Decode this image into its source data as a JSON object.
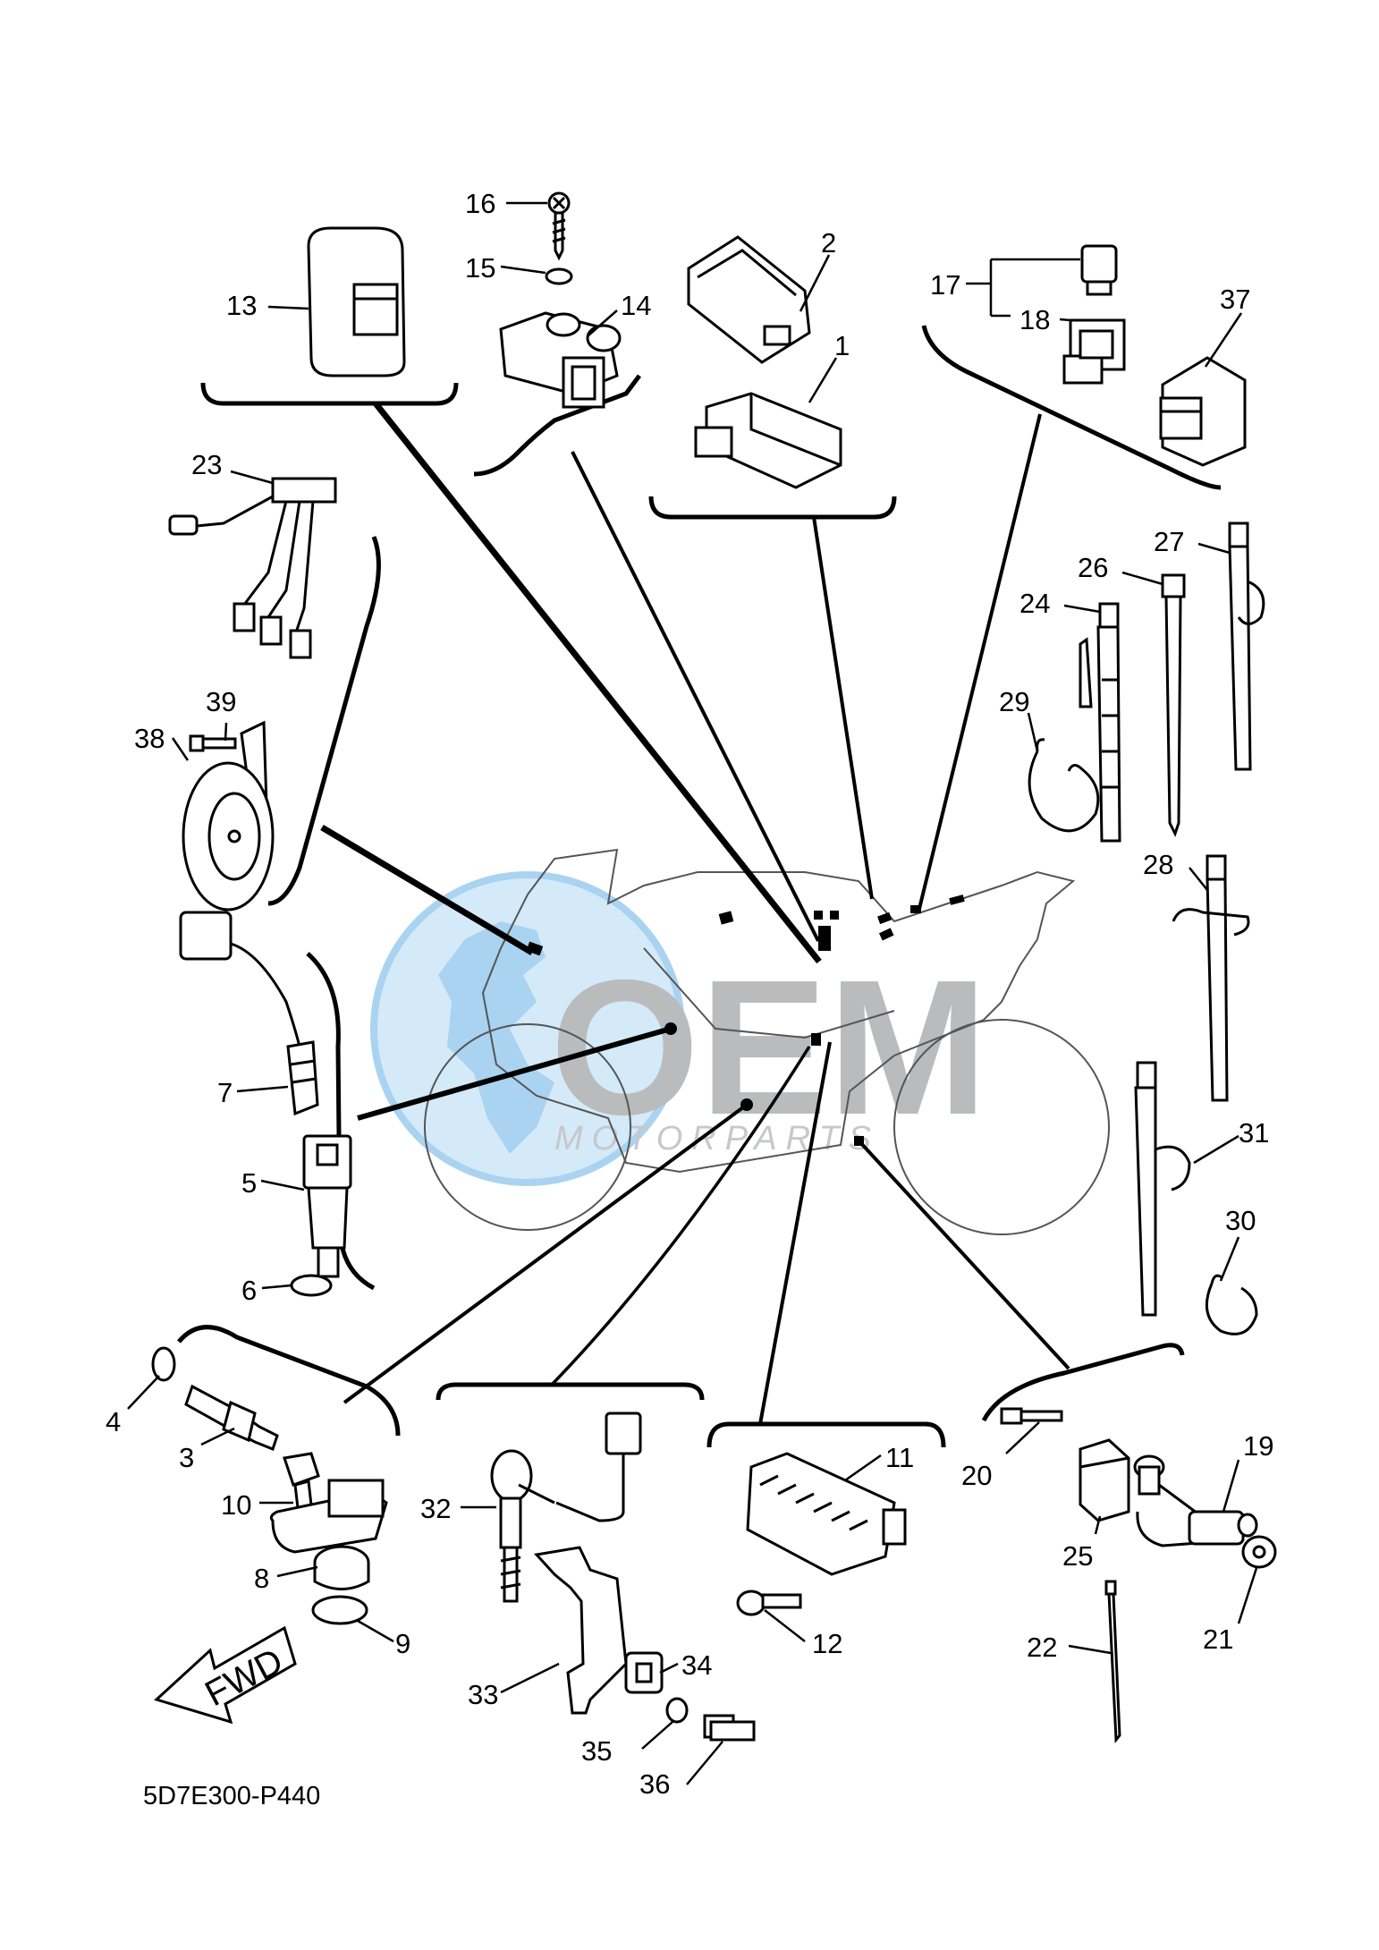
{
  "diagram": {
    "code": "5D7E300-P440",
    "fwd_label": "FWD",
    "watermark": {
      "brand": "OEM",
      "sub": "MOTORPARTS"
    },
    "callouts": [
      "1",
      "2",
      "3",
      "4",
      "5",
      "6",
      "7",
      "8",
      "9",
      "10",
      "11",
      "12",
      "13",
      "14",
      "15",
      "16",
      "17",
      "18",
      "19",
      "20",
      "21",
      "22",
      "23",
      "24",
      "25",
      "26",
      "27",
      "28",
      "29",
      "30",
      "31",
      "32",
      "33",
      "34",
      "35",
      "36",
      "37",
      "38",
      "39"
    ]
  },
  "colors": {
    "line": "#000000",
    "watermark_blue": "#a9d3f0",
    "watermark_gray": "#b9bbbd"
  }
}
